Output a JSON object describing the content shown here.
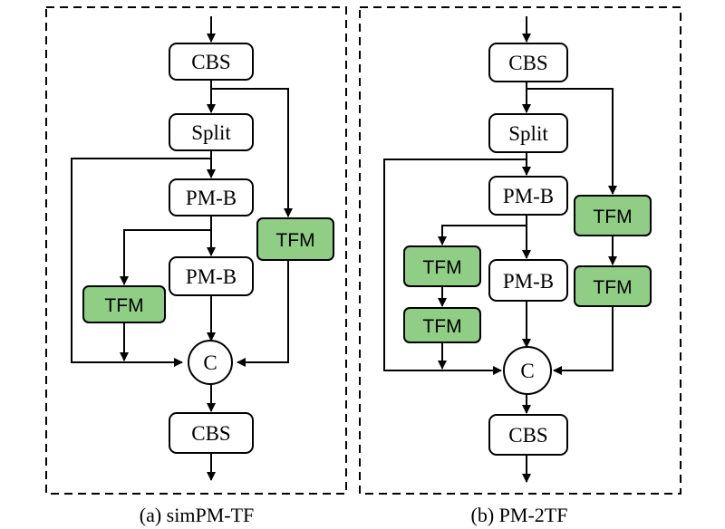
{
  "panel_a": {
    "caption": "(a) simPM-TF",
    "cbs_top": "CBS",
    "split": "Split",
    "pmb_1": "PM-B",
    "pmb_2": "PM-B",
    "tfm_left": "TFM",
    "tfm_right": "TFM",
    "concat": "C",
    "cbs_bottom": "CBS"
  },
  "panel_b": {
    "caption": "(b) PM-2TF",
    "cbs_top": "CBS",
    "split": "Split",
    "pmb_1": "PM-B",
    "pmb_2": "PM-B",
    "tfm_left_1": "TFM",
    "tfm_left_2": "TFM",
    "tfm_right_1": "TFM",
    "tfm_right_2": "TFM",
    "concat": "C",
    "cbs_bottom": "CBS"
  },
  "colors": {
    "tfm_fill": "#8fce84",
    "box_fill": "#ffffff",
    "stroke": "#000000"
  }
}
